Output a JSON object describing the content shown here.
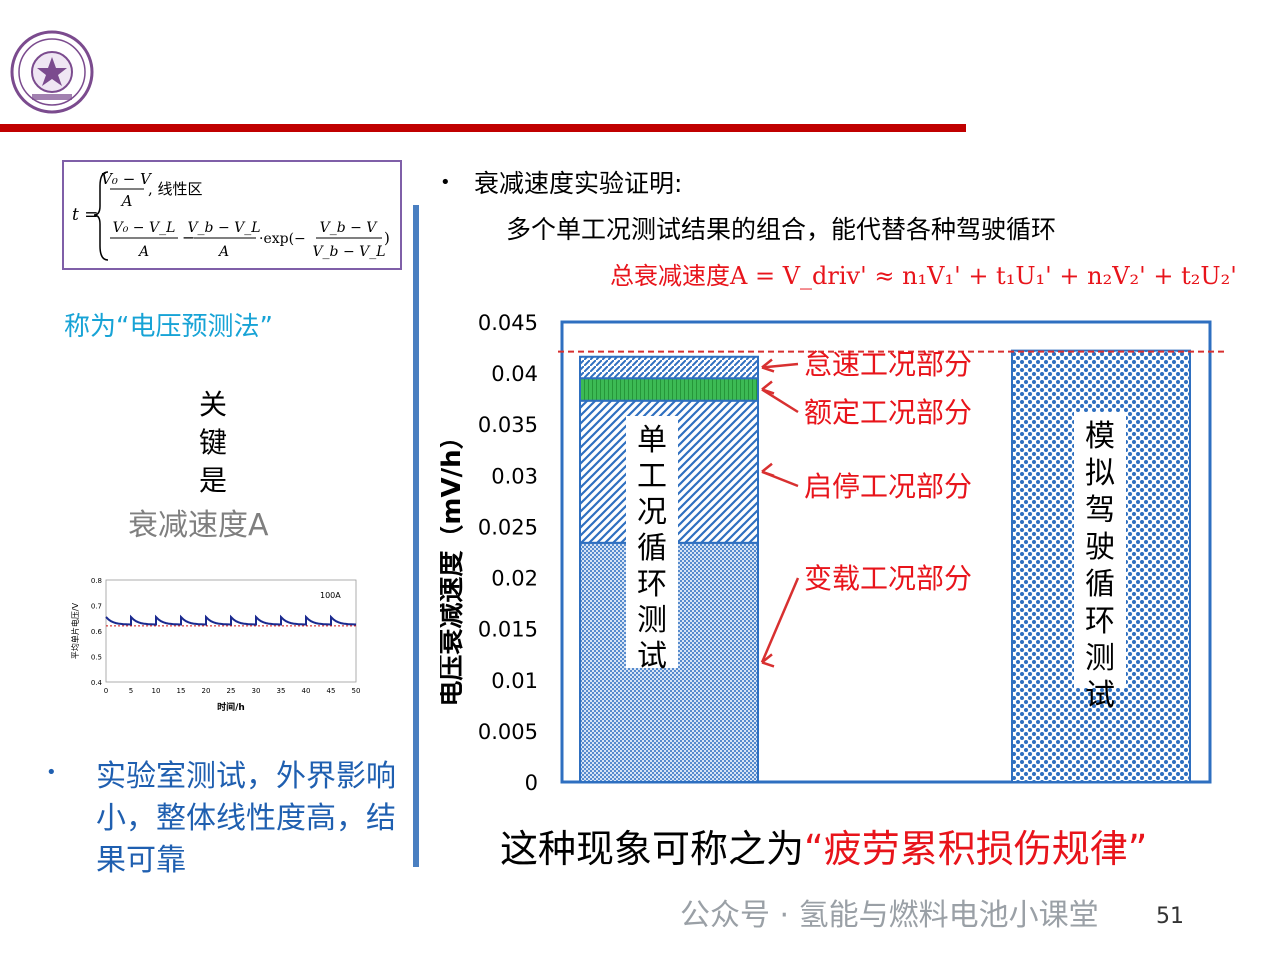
{
  "formula": {
    "lhs": "t =",
    "case1_num": "V₀ − V",
    "case1_den": "A",
    "case1_label": ", 线性区",
    "case2_a_num": "V₀ − V_L",
    "case2_a_den": "A",
    "case2_b_num": "V_b − V_L",
    "case2_b_den": "A",
    "case2_exp": "·exp(−",
    "case2_c_num": "V_b − V",
    "case2_c_den": "V_b − V_L",
    "case2_close": ")"
  },
  "left": {
    "voltage_method": "称为“电压预测法”",
    "key_chars": [
      "关",
      "键",
      "是"
    ],
    "key_decay": "衰减速度A",
    "lab_bullet": "•",
    "lab_text": "实验室测试，外界影响小，整体线性度高，结果可靠"
  },
  "mini_chart": {
    "type": "line",
    "ylabel": "平均单片电压/V",
    "xlabel": "时间/h",
    "legend": "100A",
    "x_ticks": [
      "0",
      "5",
      "10",
      "15",
      "20",
      "25",
      "30",
      "35",
      "40",
      "45",
      "50"
    ],
    "y_ticks": [
      "0.8",
      "0.7",
      "0.6",
      "0.5",
      "0.4"
    ],
    "xlim": [
      0,
      50
    ],
    "ylim": [
      0.4,
      0.8
    ]
  },
  "right": {
    "bullet": "•",
    "proof_title": "衰减速度实验证明:",
    "proof_sub": "多个单工况测试结果的组合，能代替各种驾驶循环",
    "formula_text": "总衰减速度A = V_driv' ≈ n₁V₁' + t₁U₁' + n₂V₂' + t₂U₂'"
  },
  "chart_data": {
    "type": "bar",
    "ylabel": "电压衰减速度（mV/h）",
    "ylim": [
      0,
      0.045
    ],
    "y_ticks": [
      "0.045",
      "0.04",
      "0.035",
      "0.03",
      "0.025",
      "0.02",
      "0.015",
      "0.01",
      "0.005",
      "0"
    ],
    "bars": [
      {
        "label": "单工况循环测试",
        "segments": [
          {
            "name": "变载工况部分",
            "value": 0.0234
          },
          {
            "name": "启停工况部分",
            "value": 0.0139
          },
          {
            "name": "额定工况部分",
            "value": 0.0022
          },
          {
            "name": "怠速工况部分",
            "value": 0.0021
          }
        ]
      },
      {
        "label": "模拟驾驶循环测试",
        "value": 0.0422
      }
    ],
    "reference_line": 0.0421,
    "annotations": [
      "怠速工况部分",
      "额定工况部分",
      "启停工况部分",
      "变载工况部分"
    ]
  },
  "bottom": {
    "prefix": "这种现象可称之为",
    "highlight": "“疲劳累积损伤规律”"
  },
  "footer": {
    "watermark": "公众号 · 氢能与燃料电池小课堂",
    "page_number": "51"
  },
  "colors": {
    "red_bar": "#c00000",
    "divider_blue": "#4a7fc1",
    "chart_blue": "#2e6fc0",
    "accent_red": "#e8141b",
    "cyan_text": "#17a3d6",
    "lab_blue": "#1f5fb0"
  }
}
